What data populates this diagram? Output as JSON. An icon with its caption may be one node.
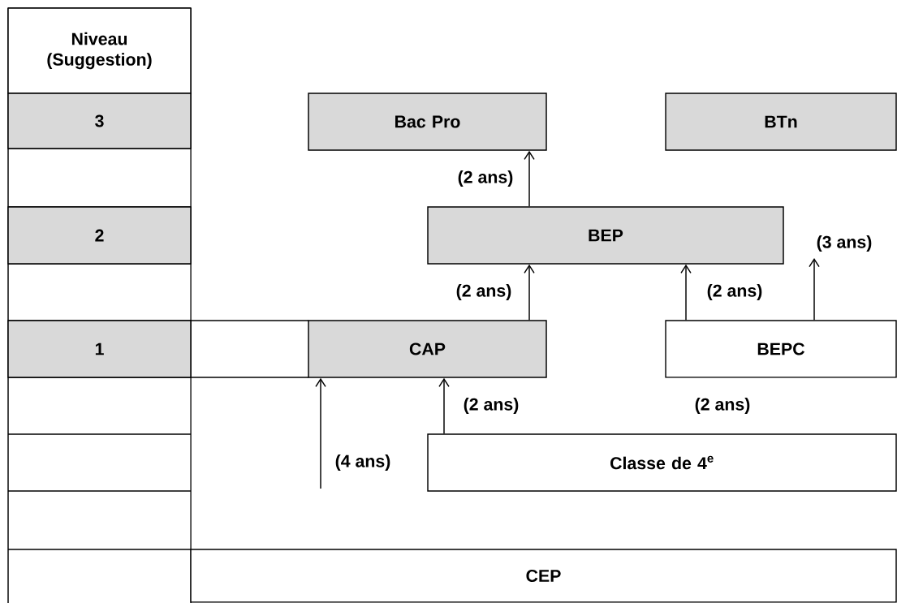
{
  "diagram": {
    "nodes": [
      {
        "text": [
          "Niveau (Suggestion)"
        ]
      },
      {
        "text": [
          "3"
        ]
      },
      {
        "text": [
          "2"
        ]
      },
      {
        "text": [
          "1"
        ]
      },
      {
        "text": [
          "Bac Pro"
        ]
      },
      {
        "text": [
          "BTn"
        ]
      },
      {
        "text": [
          "BEP"
        ]
      },
      {
        "text": [
          "CAP"
        ]
      },
      {
        "text": [
          "BEPC"
        ]
      },
      {
        "text": [
          "Classe de 4$^{e}$"
        ]
      },
      {
        "text": [
          "CEP"
        ]
      }
    ],
    "edges": [
      {
        "from": 6,
        "to": 4,
        "arrow": "to",
        "label": "(2 ans)"
      },
      {
        "from": 7,
        "to": 6,
        "arrow": "to",
        "label": "(2 ans)"
      },
      {
        "from": 8,
        "to": 6,
        "arrow": "to",
        "label": "(2 ans)"
      },
      {
        "from": 8,
        "to": null,
        "arrow": "to",
        "label": "(3 ans)"
      },
      {
        "from": 9,
        "to": 7,
        "arrow": "to",
        "label": "(2 ans)"
      },
      {
        "from": null,
        "to": 7,
        "arrow": "to",
        "label": "(4 ans)"
      }
    ],
    "labels": [
      "(2 ans)"
    ]
  }
}
